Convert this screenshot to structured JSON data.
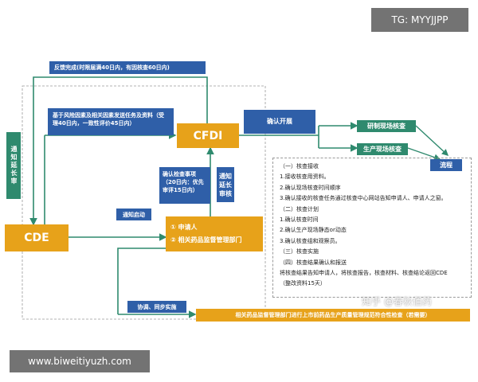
{
  "watermark_top": "TG: MYYJJPP",
  "watermark_bottom": "www.biweitiyuzh.com",
  "watermark_zhihu": "知乎 @春秋佰药",
  "nodes": {
    "cde": "CDE",
    "cfdi": "CFDI",
    "feedback": "反馈完成(时限届满40日内，有因核查60日内)",
    "risk_task": "基于风险因素及相关因素发送任务及资料（受理40日内，一致性评价45日内）",
    "notify_extend_left": "通知延长审",
    "confirm_items": "确认检查事项（20日内：优先审评15日内）",
    "notify_extend_right": "通知延长审核",
    "notify_start": "通知启动",
    "applicant_1": "① 申请人",
    "applicant_2": "② 相关药品监督管理部门",
    "confirm_launch": "确认开展",
    "rd_site": "研制现场核查",
    "prod_site": "生产现场核查",
    "process": "流程",
    "coordinate": "协调、同步实施",
    "bottom_bar": "相关药品监督管理部门进行上市前药品生产质量管理规范符合性检查（若需要）"
  },
  "process_list": [
    "（一）核查接收",
    "1.接收核查用资料。",
    "2.确认现场核查时间顺序",
    "3.确认接收的核查任务通过核查中心网站告知申请人、申请人之窗。",
    "（二）核查计划",
    "1.确认核查时间",
    "2.确认生产现场静态or动态",
    "3.确认核查组和观察员。",
    "（三）核查实施",
    "（四）核查结果确认和报送",
    "将核查结果告知申请人，将核查报告，核查材料、核查结论返回CDE",
    "（整改资料15天）"
  ],
  "colors": {
    "blue": "#2f5fa8",
    "orange": "#e7a21a",
    "green": "#2f8a6e",
    "line": "#2f8a6e"
  }
}
